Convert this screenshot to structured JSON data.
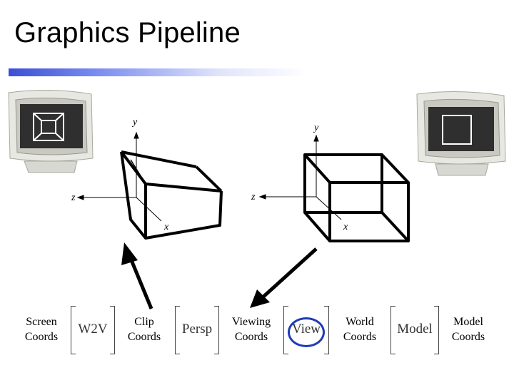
{
  "title": "Graphics Pipeline",
  "axis_labels": {
    "y": "y",
    "z": "z",
    "x": "x"
  },
  "stages": [
    {
      "line1": "Screen",
      "line2": "Coords"
    },
    {
      "line1": "Clip",
      "line2": "Coords"
    },
    {
      "line1": "Viewing",
      "line2": "Coords"
    },
    {
      "line1": "World",
      "line2": "Coords"
    },
    {
      "line1": "Model",
      "line2": "Coords"
    }
  ],
  "transforms": [
    "W2V",
    "Persp",
    "View",
    "Model"
  ],
  "highlighted_transform": "View",
  "colors": {
    "title_bar": "#3a4fd6",
    "highlight": "#1f3bb8"
  }
}
